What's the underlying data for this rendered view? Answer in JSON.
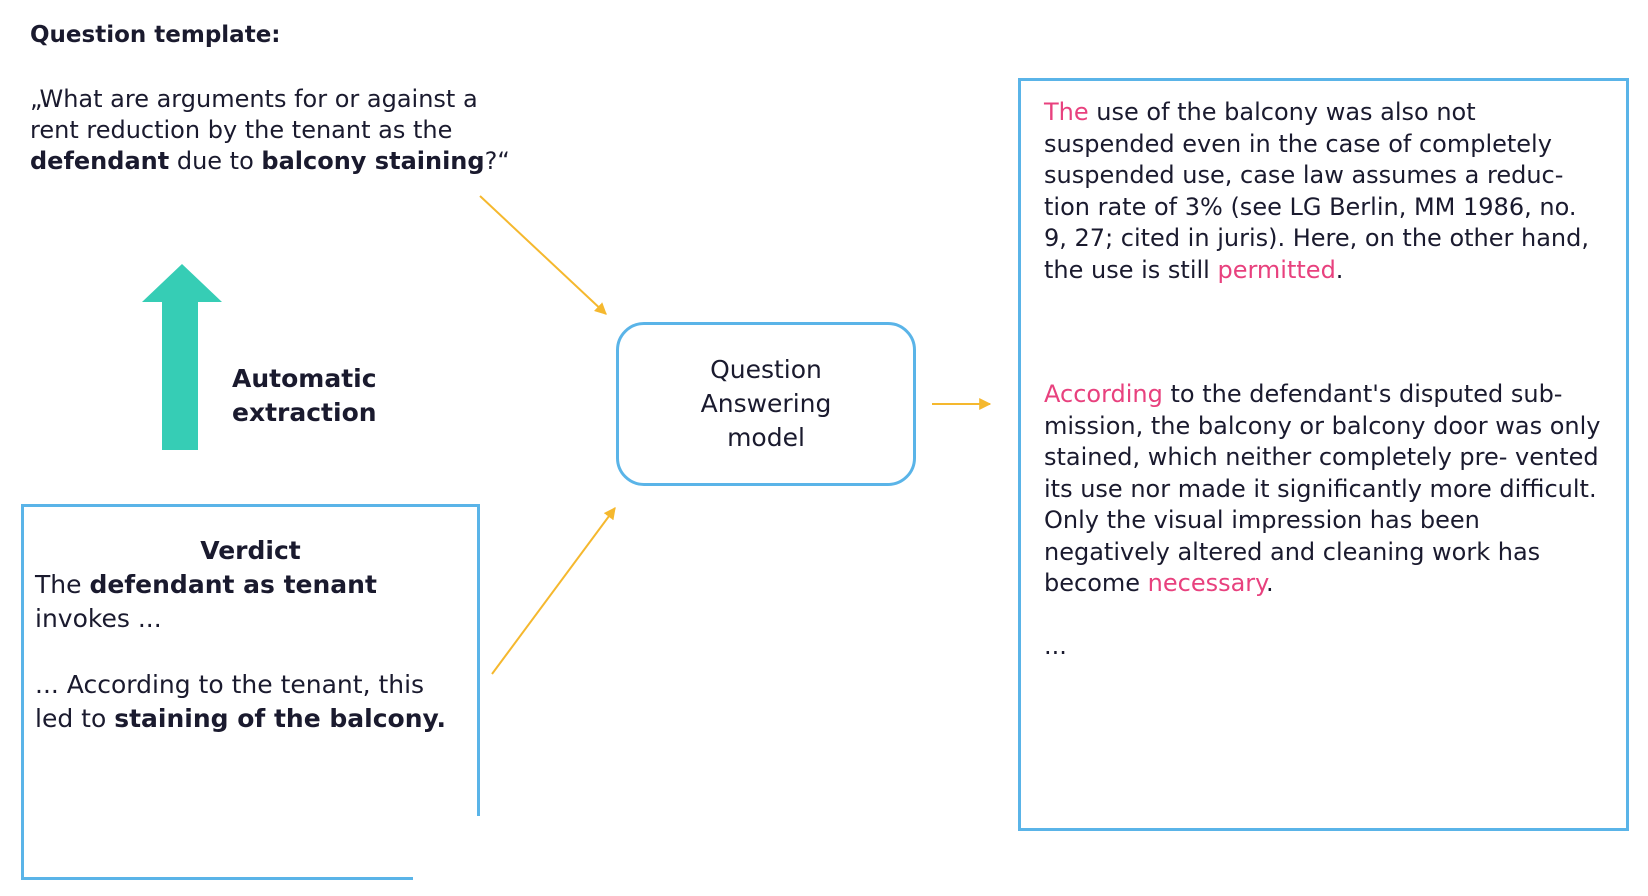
{
  "question_template": {
    "heading": "Question template:",
    "parts": [
      {
        "text": "„What are arguments for or against a rent reduction by the tenant as the ",
        "bold": false
      },
      {
        "text": "defendant",
        "bold": true
      },
      {
        "text": " due to ",
        "bold": false
      },
      {
        "text": "balcony staining",
        "bold": true
      },
      {
        "text": "?“",
        "bold": false
      }
    ]
  },
  "extraction": {
    "label_line1": "Automatic",
    "label_line2": "extraction"
  },
  "verdict": {
    "title": "Verdict",
    "para1": [
      {
        "text": "The ",
        "bold": false
      },
      {
        "text": "defendant as tenant",
        "bold": true
      },
      {
        "text": " invokes ...",
        "bold": false
      }
    ],
    "para2": [
      {
        "text": "... According to the tenant, this led to ",
        "bold": false
      },
      {
        "text": "staining of the balcony.",
        "bold": true
      }
    ]
  },
  "qa_model": {
    "line1": "Question",
    "line2": "Answering",
    "line3": "model"
  },
  "answer": {
    "para1": {
      "lead": "The",
      "body": " use of the balcony was also not suspended even in the case of completely suspended use, case law assumes a reduc- tion rate of 3% (see LG Berlin, MM 1986, no. 9, 27; cited in juris). Here, on the other hand, the use is still ",
      "trail": "permitted",
      "end": "."
    },
    "para2": {
      "lead": "According",
      "body": " to the defendant's disputed sub- mission, the balcony or balcony door was only stained, which neither completely pre- vented its use nor made it significantly more difficult. Only the visual impression has been negatively altered and cleaning work has become ",
      "trail": "necessary",
      "end": "."
    },
    "ellipsis": "..."
  },
  "colors": {
    "border": "#5ab4e8",
    "arrow_yellow": "#f5b82e",
    "arrow_teal": "#36cdb5",
    "highlight_pink": "#e8417e",
    "text": "#1a1a2e"
  }
}
